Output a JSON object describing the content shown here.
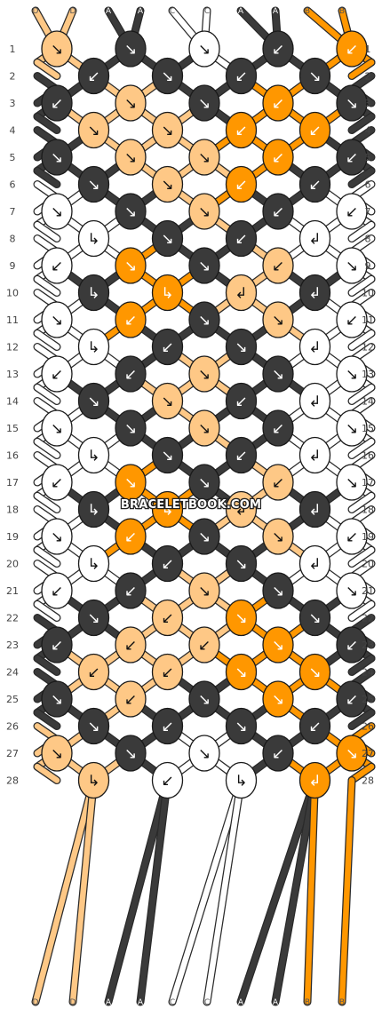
{
  "watermark": "BRACELETBOOK.COM",
  "colors": {
    "D": "#fec886",
    "A": "#3a3a3a",
    "C": "#ffffff",
    "B": "#ff9700"
  },
  "strands_top": [
    "D",
    "D",
    "A",
    "A",
    "C",
    "C",
    "A",
    "A",
    "B",
    "B"
  ],
  "strands_bottom": [
    "D",
    "D",
    "A",
    "A",
    "C",
    "C",
    "A",
    "A",
    "B",
    "B"
  ],
  "row_count": 28,
  "knots": [
    [
      {
        "c": "D",
        "d": "↘"
      },
      {
        "c": "A",
        "d": "↘"
      },
      {
        "c": "C",
        "d": "↘"
      },
      {
        "c": "A",
        "d": "↙"
      },
      {
        "c": "B",
        "d": "↙"
      }
    ],
    [
      {
        "c": "A",
        "d": "↙"
      },
      {
        "c": "A",
        "d": "↘"
      },
      {
        "c": "A",
        "d": "↙"
      },
      {
        "c": "A",
        "d": "↘"
      }
    ],
    [
      {
        "c": "A",
        "d": "↙"
      },
      {
        "c": "D",
        "d": "↘"
      },
      {
        "c": "A",
        "d": "↘"
      },
      {
        "c": "B",
        "d": "↙"
      },
      {
        "c": "A",
        "d": "↘"
      }
    ],
    [
      {
        "c": "D",
        "d": "↘"
      },
      {
        "c": "D",
        "d": "↘"
      },
      {
        "c": "B",
        "d": "↙"
      },
      {
        "c": "B",
        "d": "↙"
      }
    ],
    [
      {
        "c": "A",
        "d": "↘"
      },
      {
        "c": "D",
        "d": "↘"
      },
      {
        "c": "D",
        "d": "↘"
      },
      {
        "c": "B",
        "d": "↙"
      },
      {
        "c": "A",
        "d": "↙"
      }
    ],
    [
      {
        "c": "A",
        "d": "↘"
      },
      {
        "c": "D",
        "d": "↘"
      },
      {
        "c": "B",
        "d": "↙"
      },
      {
        "c": "A",
        "d": "↙"
      }
    ],
    [
      {
        "c": "C",
        "d": "↘"
      },
      {
        "c": "A",
        "d": "↘"
      },
      {
        "c": "D",
        "d": "↘"
      },
      {
        "c": "A",
        "d": "↙"
      },
      {
        "c": "C",
        "d": "↙"
      }
    ],
    [
      {
        "c": "C",
        "d": "↳"
      },
      {
        "c": "A",
        "d": "↘"
      },
      {
        "c": "A",
        "d": "↙"
      },
      {
        "c": "C",
        "d": "↲"
      }
    ],
    [
      {
        "c": "C",
        "d": "↙"
      },
      {
        "c": "B",
        "d": "↘"
      },
      {
        "c": "A",
        "d": "↘"
      },
      {
        "c": "D",
        "d": "↙"
      },
      {
        "c": "C",
        "d": "↘"
      }
    ],
    [
      {
        "c": "A",
        "d": "↳"
      },
      {
        "c": "B",
        "d": "↳"
      },
      {
        "c": "D",
        "d": "↲"
      },
      {
        "c": "A",
        "d": "↲"
      }
    ],
    [
      {
        "c": "C",
        "d": "↘"
      },
      {
        "c": "B",
        "d": "↙"
      },
      {
        "c": "A",
        "d": "↘"
      },
      {
        "c": "D",
        "d": "↘"
      },
      {
        "c": "C",
        "d": "↙"
      }
    ],
    [
      {
        "c": "C",
        "d": "↳"
      },
      {
        "c": "A",
        "d": "↙"
      },
      {
        "c": "A",
        "d": "↘"
      },
      {
        "c": "C",
        "d": "↲"
      }
    ],
    [
      {
        "c": "C",
        "d": "↙"
      },
      {
        "c": "A",
        "d": "↙"
      },
      {
        "c": "D",
        "d": "↘"
      },
      {
        "c": "A",
        "d": "↘"
      },
      {
        "c": "C",
        "d": "↘"
      }
    ],
    [
      {
        "c": "A",
        "d": "↘"
      },
      {
        "c": "D",
        "d": "↘"
      },
      {
        "c": "A",
        "d": "↙"
      },
      {
        "c": "C",
        "d": "↲"
      }
    ],
    [
      {
        "c": "C",
        "d": "↘"
      },
      {
        "c": "A",
        "d": "↘"
      },
      {
        "c": "D",
        "d": "↘"
      },
      {
        "c": "A",
        "d": "↙"
      },
      {
        "c": "C",
        "d": "↘"
      }
    ],
    [
      {
        "c": "C",
        "d": "↳"
      },
      {
        "c": "A",
        "d": "↘"
      },
      {
        "c": "A",
        "d": "↙"
      },
      {
        "c": "C",
        "d": "↲"
      }
    ],
    [
      {
        "c": "C",
        "d": "↙"
      },
      {
        "c": "B",
        "d": "↘"
      },
      {
        "c": "A",
        "d": "↘"
      },
      {
        "c": "D",
        "d": "↙"
      },
      {
        "c": "C",
        "d": "↘"
      }
    ],
    [
      {
        "c": "A",
        "d": "↳"
      },
      {
        "c": "B",
        "d": "↳"
      },
      {
        "c": "D",
        "d": "↲"
      },
      {
        "c": "A",
        "d": "↲"
      }
    ],
    [
      {
        "c": "C",
        "d": "↘"
      },
      {
        "c": "B",
        "d": "↙"
      },
      {
        "c": "A",
        "d": "↘"
      },
      {
        "c": "D",
        "d": "↘"
      },
      {
        "c": "C",
        "d": "↙"
      }
    ],
    [
      {
        "c": "C",
        "d": "↳"
      },
      {
        "c": "A",
        "d": "↙"
      },
      {
        "c": "A",
        "d": "↘"
      },
      {
        "c": "C",
        "d": "↲"
      }
    ],
    [
      {
        "c": "C",
        "d": "↙"
      },
      {
        "c": "A",
        "d": "↙"
      },
      {
        "c": "D",
        "d": "↘"
      },
      {
        "c": "A",
        "d": "↘"
      },
      {
        "c": "C",
        "d": "↘"
      }
    ],
    [
      {
        "c": "A",
        "d": "↘"
      },
      {
        "c": "D",
        "d": "↙"
      },
      {
        "c": "B",
        "d": "↘"
      },
      {
        "c": "A",
        "d": "↘"
      }
    ],
    [
      {
        "c": "A",
        "d": "↙"
      },
      {
        "c": "D",
        "d": "↙"
      },
      {
        "c": "D",
        "d": "↙"
      },
      {
        "c": "B",
        "d": "↘"
      },
      {
        "c": "A",
        "d": "↙"
      }
    ],
    [
      {
        "c": "D",
        "d": "↙"
      },
      {
        "c": "D",
        "d": "↙"
      },
      {
        "c": "B",
        "d": "↘"
      },
      {
        "c": "B",
        "d": "↘"
      }
    ],
    [
      {
        "c": "A",
        "d": "↘"
      },
      {
        "c": "D",
        "d": "↙"
      },
      {
        "c": "A",
        "d": "↘"
      },
      {
        "c": "B",
        "d": "↘"
      },
      {
        "c": "A",
        "d": "↙"
      }
    ],
    [
      {
        "c": "A",
        "d": "↘"
      },
      {
        "c": "A",
        "d": "↙"
      },
      {
        "c": "A",
        "d": "↘"
      },
      {
        "c": "A",
        "d": "↙"
      }
    ],
    [
      {
        "c": "D",
        "d": "↘"
      },
      {
        "c": "A",
        "d": "↘"
      },
      {
        "c": "C",
        "d": "↘"
      },
      {
        "c": "A",
        "d": "↙"
      },
      {
        "c": "B",
        "d": "↘"
      }
    ],
    [
      {
        "c": "D",
        "d": "↳"
      },
      {
        "c": "C",
        "d": "↙"
      },
      {
        "c": "C",
        "d": "↳"
      },
      {
        "c": "B",
        "d": "↲"
      }
    ]
  ]
}
